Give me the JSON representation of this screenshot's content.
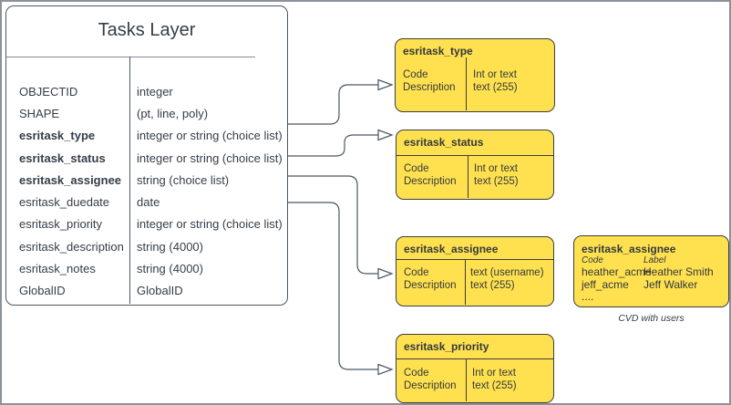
{
  "diagram": {
    "main_table": {
      "title": "Tasks Layer",
      "fields": [
        {
          "name": "OBJECTID",
          "type": "integer"
        },
        {
          "name": "SHAPE",
          "type": "(pt, line, poly)"
        },
        {
          "name": "esritask_type",
          "type": "integer or string (choice list)"
        },
        {
          "name": "esritask_status",
          "type": "integer or string (choice list)"
        },
        {
          "name": "esritask_assignee",
          "type": "string (choice list)"
        },
        {
          "name": "esritask_duedate",
          "type": "date"
        },
        {
          "name": "esritask_priority",
          "type": "integer or string (choice list)"
        },
        {
          "name": "esritask_description",
          "type": "string (4000)"
        },
        {
          "name": "esritask_notes",
          "type": "string (4000)"
        },
        {
          "name": "GlobalID",
          "type": "GlobalID"
        }
      ]
    },
    "domains": [
      {
        "title": "esritask_type",
        "left": [
          "Code",
          "Description"
        ],
        "right": [
          "Int or text",
          "text (255)"
        ]
      },
      {
        "title": "esritask_status",
        "left": [
          "Code",
          "Description"
        ],
        "right": [
          "Int or text",
          "text (255)"
        ]
      },
      {
        "title": "esritask_assignee",
        "left": [
          "Code",
          "Description"
        ],
        "right": [
          "text (username)",
          "text (255)"
        ]
      },
      {
        "title": "esritask_priority",
        "left": [
          "Code",
          "Description"
        ],
        "right": [
          "Int or text",
          "text (255)"
        ]
      }
    ],
    "cvd_box": {
      "title": "esritask_assignee",
      "col_headers": [
        "Code",
        "Label"
      ],
      "rows": [
        {
          "code": "heather_acme",
          "label": "Heather Smith"
        },
        {
          "code": "jeff_acme",
          "label": "Jeff Walker"
        },
        {
          "code": "....",
          "label": ""
        }
      ],
      "caption": "CVD with users"
    },
    "connections": [
      {
        "from": "esritask_type",
        "to": "esritask_type domain"
      },
      {
        "from": "esritask_status",
        "to": "esritask_status domain"
      },
      {
        "from": "esritask_assignee",
        "to": "esritask_assignee domain"
      },
      {
        "from": "esritask_priority",
        "to": "esritask_priority domain"
      }
    ],
    "colors": {
      "domain_fill": "#FFE14F",
      "domain_border": "#3D3D3D",
      "table_border": "#4A5763",
      "connector": "#4A5763",
      "text": "#333E48",
      "canvas_border": "#8B9299"
    }
  }
}
